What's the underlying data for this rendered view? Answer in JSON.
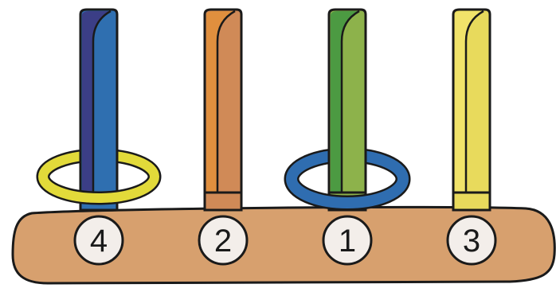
{
  "board": {
    "color": "#D7A06E",
    "outline": "#1a1a1a"
  },
  "pegs": [
    {
      "label": "4",
      "color": "#2F6FB0",
      "shade": "#3B3E86",
      "ring": {
        "present": true,
        "color": "#E2DA3A"
      }
    },
    {
      "label": "2",
      "color": "#D08A57",
      "shade": "#E08F3E",
      "ring": {
        "present": false
      }
    },
    {
      "label": "1",
      "color": "#8DB24B",
      "shade": "#4C9A42",
      "ring": {
        "present": true,
        "color": "#2F6DB0"
      }
    },
    {
      "label": "3",
      "color": "#E8DA5C",
      "shade": "#F1E36A",
      "ring": {
        "present": false
      }
    }
  ]
}
